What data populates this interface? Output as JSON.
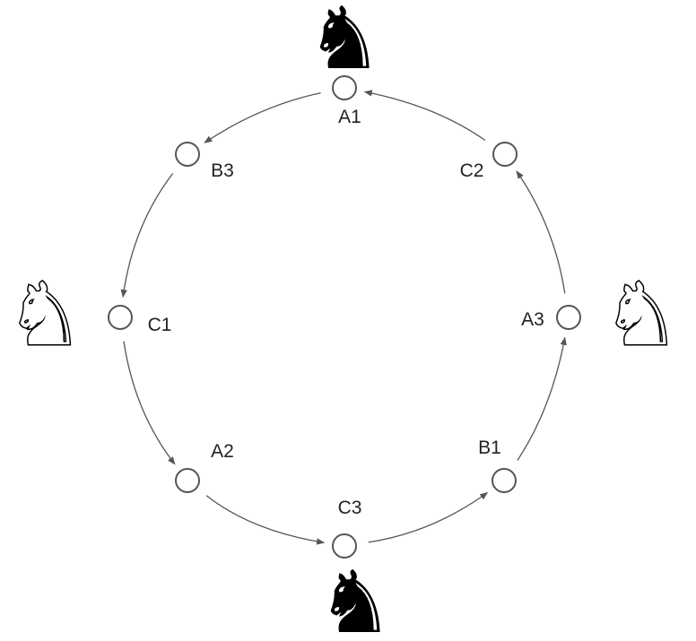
{
  "diagram": {
    "nodes": [
      {
        "id": "A1",
        "label": "A1"
      },
      {
        "id": "B3",
        "label": "B3"
      },
      {
        "id": "C2",
        "label": "C2"
      },
      {
        "id": "C1",
        "label": "C1"
      },
      {
        "id": "A3",
        "label": "A3"
      },
      {
        "id": "A2",
        "label": "A2"
      },
      {
        "id": "B1",
        "label": "B1"
      },
      {
        "id": "C3",
        "label": "C3"
      }
    ],
    "edges": [
      {
        "from": "A1",
        "to": "B3"
      },
      {
        "from": "B3",
        "to": "C1"
      },
      {
        "from": "C1",
        "to": "A2"
      },
      {
        "from": "A2",
        "to": "C3"
      },
      {
        "from": "C3",
        "to": "B1"
      },
      {
        "from": "B1",
        "to": "A3"
      },
      {
        "from": "A3",
        "to": "C2"
      },
      {
        "from": "C2",
        "to": "A1"
      }
    ],
    "knights": [
      {
        "at": "A1",
        "color": "black",
        "icon": "black-knight-icon"
      },
      {
        "at": "C3",
        "color": "black",
        "icon": "black-knight-icon"
      },
      {
        "at": "C1",
        "color": "white",
        "icon": "white-knight-icon"
      },
      {
        "at": "A3",
        "color": "white",
        "icon": "white-knight-icon"
      }
    ],
    "colors": {
      "node_stroke": "#555555",
      "edge": "#555555",
      "text": "#222222",
      "black_piece": "#000000",
      "white_piece": "#ffffff"
    }
  }
}
